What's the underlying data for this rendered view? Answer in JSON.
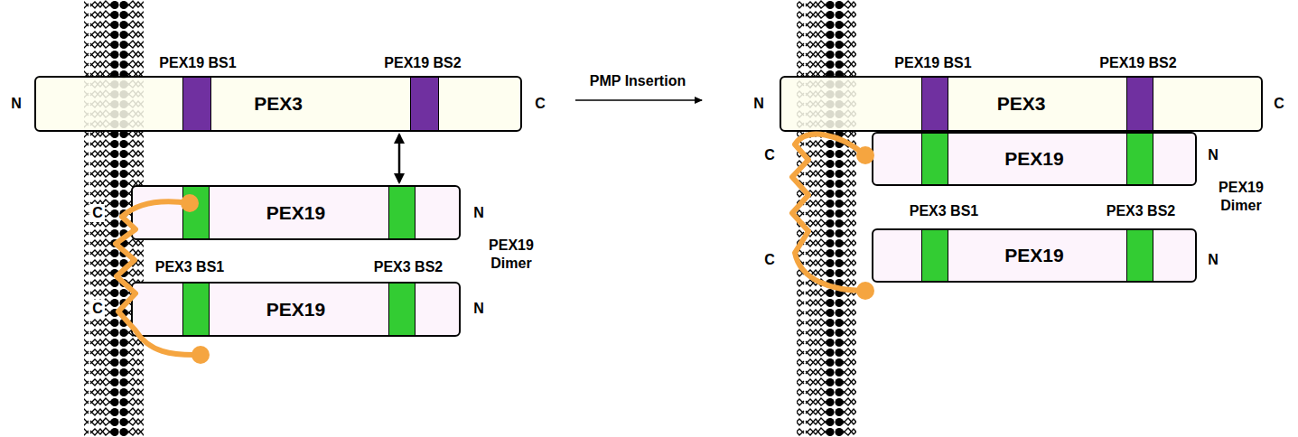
{
  "diagram": {
    "nodes": [
      {
        "text": [
          "PEX3"
        ]
      },
      {
        "text": [
          "PEX19"
        ]
      },
      {
        "text": [
          "PEX19"
        ]
      },
      {
        "text": [
          "PEX3"
        ]
      },
      {
        "text": [
          "PEX19"
        ]
      },
      {
        "text": [
          "PEX19"
        ]
      }
    ],
    "edges": [
      {
        "from": 0,
        "to": 1,
        "arrow": "both"
      }
    ],
    "labels": [
      "PEX19 BS1",
      "PEX19 BS2",
      "N",
      "C",
      "C",
      "N",
      "C",
      "N",
      "PEX3 BS1",
      "PEX3 BS2",
      "PEX19 Dimer",
      "PMP Insertion",
      "PEX19 BS1",
      "PEX19 BS2",
      "N",
      "C",
      "C",
      "N",
      "C",
      "N",
      "PEX3 BS1",
      "PEX3 BS2",
      "PEX19 Dimer"
    ]
  }
}
